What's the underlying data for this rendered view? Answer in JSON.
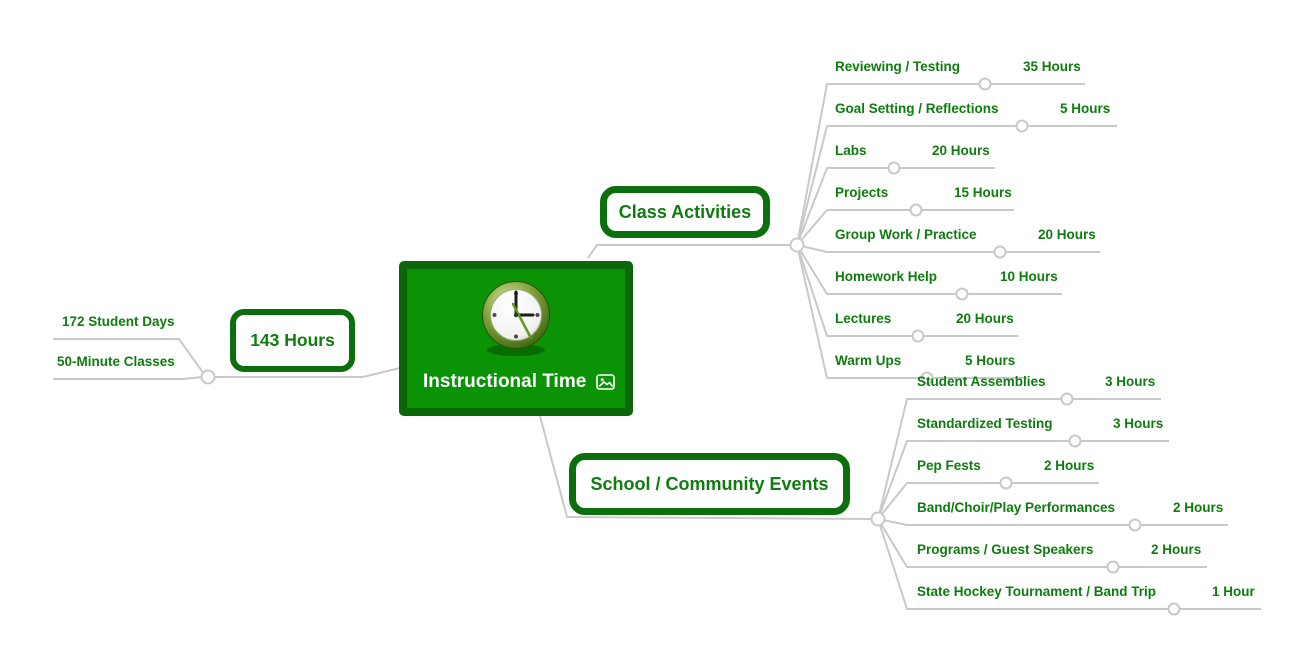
{
  "root": {
    "label": "Instructional Time"
  },
  "left_branch": {
    "label": "143 Hours",
    "children": [
      {
        "label": "172 Student Days"
      },
      {
        "label": "50-Minute Classes"
      }
    ]
  },
  "branches": [
    {
      "label": "Class Activities",
      "children": [
        {
          "label": "Reviewing / Testing",
          "value": "35 Hours"
        },
        {
          "label": "Goal Setting / Reflections",
          "value": "5 Hours"
        },
        {
          "label": "Labs",
          "value": "20 Hours"
        },
        {
          "label": "Projects",
          "value": "15 Hours"
        },
        {
          "label": "Group Work / Practice",
          "value": "20 Hours"
        },
        {
          "label": "Homework Help",
          "value": "10 Hours"
        },
        {
          "label": "Lectures",
          "value": "20 Hours"
        },
        {
          "label": "Warm Ups",
          "value": "5 Hours"
        }
      ]
    },
    {
      "label": "School / Community Events",
      "children": [
        {
          "label": "Student Assemblies",
          "value": "3 Hours"
        },
        {
          "label": "Standardized Testing",
          "value": "3 Hours"
        },
        {
          "label": "Pep Fests",
          "value": "2 Hours"
        },
        {
          "label": "Band/Choir/Play Performances",
          "value": "2 Hours"
        },
        {
          "label": "Programs / Guest Speakers",
          "value": "2 Hours"
        },
        {
          "label": "State Hockey Tournament / Band Trip",
          "value": "1 Hour"
        }
      ]
    }
  ],
  "icons": {
    "root_attachment": "image-icon",
    "root_image": "clock-image"
  },
  "colors": {
    "node_fill": "#0a9305",
    "node_border": "#0b6609",
    "box_border": "#0c6e0c",
    "text_green": "#0f7c0f",
    "wire": "#c9c9c9"
  }
}
